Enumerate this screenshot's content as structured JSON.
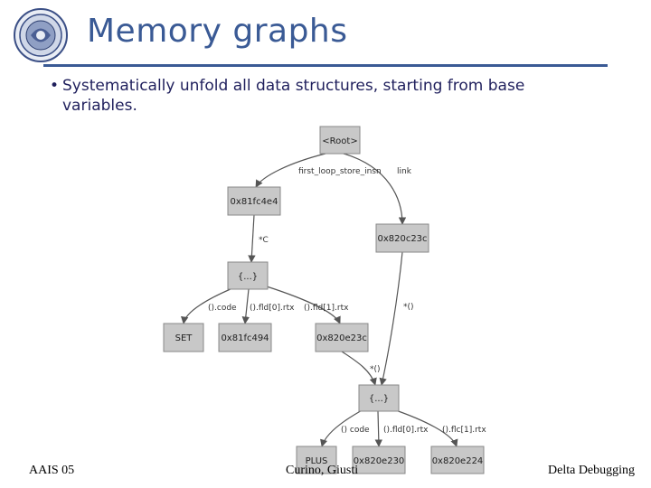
{
  "slide": {
    "title": "Memory graphs",
    "bullet_line1": "Systematically unfold all data structures, starting from base",
    "bullet_line2": "variables.",
    "logo": "university-seal-icon"
  },
  "graph": {
    "nodes": {
      "root": "<Root>",
      "n81fc4e4": "0x81fc4e4",
      "n820c23c_top": "0x820c23c",
      "struct1": "{...}",
      "set": "SET",
      "n81fc494": "0x81fc494",
      "n820e23c": "0x820e23c",
      "struct2": "{...}",
      "plus": "PLUS",
      "n820e230": "0x820e230",
      "n820e224": "0x820e224"
    },
    "edges": {
      "first_loop_store_insn": "first_loop_store_insn",
      "link": "link",
      "star_c": "*C",
      "star_i": "*()",
      "code1": "().code",
      "fld0_1": "().fld[0].rtx",
      "fld1_1": "().fld[1].rtx",
      "star_o": "*()",
      "code2": "() code",
      "fld0_2": "().fld[0].rtx",
      "fld1_2": "().flc[1].rtx"
    }
  },
  "footer": {
    "left": "AAIS 05",
    "center": "Curino, Giusti",
    "right": "Delta Debugging"
  },
  "colors": {
    "title": "#3a5a95",
    "node_fill": "#c8c8c8",
    "node_stroke": "#888888"
  }
}
